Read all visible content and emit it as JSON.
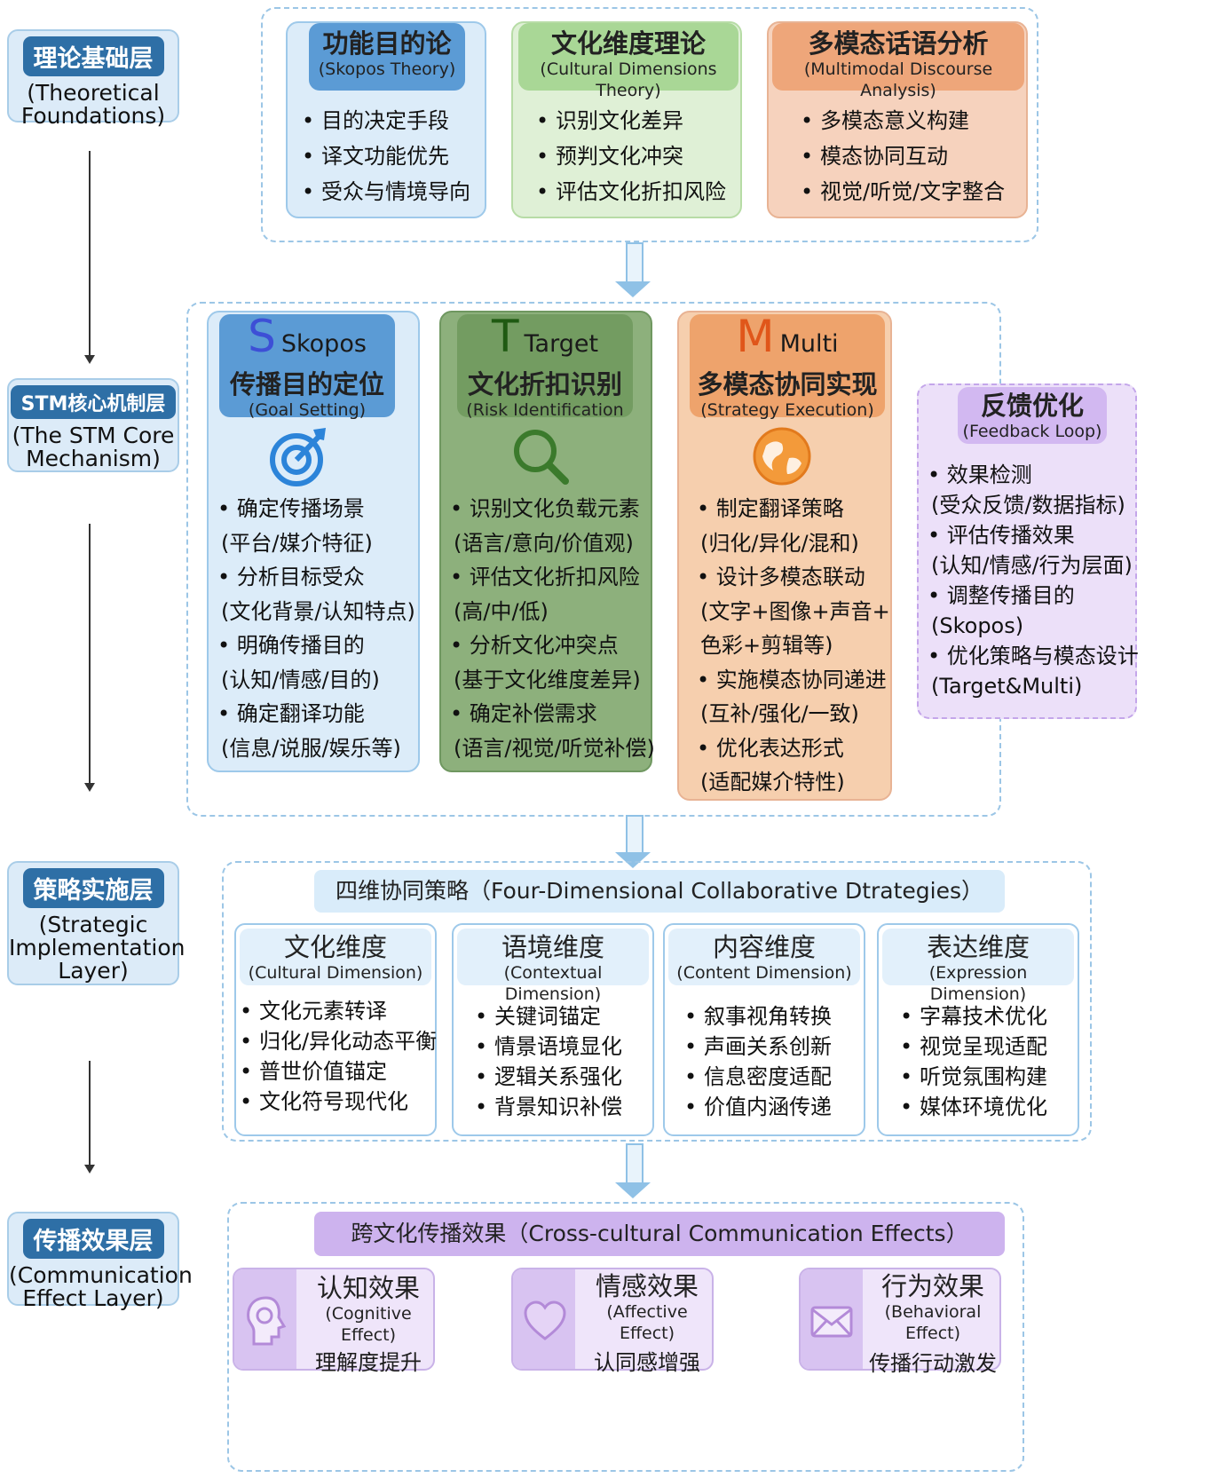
{
  "layers": [
    {
      "zh": "理论基础层",
      "en": [
        "(Theoretical",
        "Foundations)"
      ]
    },
    {
      "zh": "STM核心机制层",
      "en": [
        "(The STM Core",
        "Mechanism)"
      ]
    },
    {
      "zh": "策略实施层",
      "en": [
        "(Strategic",
        "Implementation",
        "Layer)"
      ]
    },
    {
      "zh": "传播效果层",
      "en": [
        "(Communication",
        "Effect Layer)"
      ]
    }
  ],
  "theories": [
    {
      "zh": "功能目的论",
      "en": "(Skopos Theory)",
      "items": [
        "目的决定手段",
        "译文功能优先",
        "受众与情境导向"
      ],
      "color": "#5b9bd5"
    },
    {
      "zh": "文化维度理论",
      "en": "(Cultural Dimensions Theory)",
      "items": [
        "识别文化差异",
        "预判文化冲突",
        "评估文化折扣风险"
      ],
      "color": "#8bc97b"
    },
    {
      "zh": "多模态话语分析",
      "en": "(Multimodal Discourse Analysis)",
      "items": [
        "多模态意义构建",
        "模态协同互动",
        "视觉/听觉/文字整合"
      ],
      "color": "#eda070"
    }
  ],
  "stm": [
    {
      "letter": "S",
      "name": "Skopos",
      "zh": "传播目的定位",
      "en": "(Goal Setting)",
      "icon": "target-icon",
      "letter_color": "#3d4fd6",
      "lines": [
        [
          "b",
          "确定传播场景"
        ],
        [
          "s",
          "(平台/媒介特征)"
        ],
        [
          "b",
          "分析目标受众"
        ],
        [
          "s",
          "(文化背景/认知特点)"
        ],
        [
          "b",
          "明确传播目的"
        ],
        [
          "s",
          "(认知/情感/目的)"
        ],
        [
          "b",
          "确定翻译功能"
        ],
        [
          "s",
          "(信息/说服/娱乐等)"
        ]
      ]
    },
    {
      "letter": "T",
      "name": "Target",
      "zh": "文化折扣识别",
      "en": "(Risk Identification",
      "icon": "magnifier-icon",
      "letter_color": "#2f7a1f",
      "lines": [
        [
          "b",
          "识别文化负载元素"
        ],
        [
          "s",
          "(语言/意向/价值观)"
        ],
        [
          "b",
          "评估文化折扣风险"
        ],
        [
          "s",
          "(高/中/低)"
        ],
        [
          "b",
          "分析文化冲突点"
        ],
        [
          "s",
          "(基于文化维度差异)"
        ],
        [
          "b",
          "确定补偿需求"
        ],
        [
          "s",
          "(语言/视觉/听觉补偿)"
        ]
      ]
    },
    {
      "letter": "M",
      "name": "Multi",
      "zh": "多模态协同实现",
      "en": "(Strategy Execution)",
      "icon": "globe-icon",
      "letter_color": "#e0561a",
      "lines": [
        [
          "b",
          "制定翻译策略"
        ],
        [
          "s",
          "(归化/异化/混和)"
        ],
        [
          "b",
          "设计多模态联动"
        ],
        [
          "s",
          "(文字+图像+声音+"
        ],
        [
          "s",
          "色彩+剪辑等)"
        ],
        [
          "b",
          "实施模态协同递进"
        ],
        [
          "s",
          "(互补/强化/一致)"
        ],
        [
          "b",
          "优化表达形式"
        ],
        [
          "s",
          "(适配媒介特性)"
        ]
      ]
    }
  ],
  "feedback": {
    "zh": "反馈优化",
    "en": "(Feedback Loop)",
    "lines": [
      [
        "b",
        "效果检测"
      ],
      [
        "s",
        "(受众反馈/数据指标)"
      ],
      [
        "b",
        "评估传播效果"
      ],
      [
        "s",
        "(认知/情感/行为层面)"
      ],
      [
        "b",
        "调整传播目的"
      ],
      [
        "s",
        "(Skopos)"
      ],
      [
        "b",
        "优化策略与模态设计"
      ],
      [
        "s",
        "(Target&Multi)"
      ]
    ]
  },
  "strategy": {
    "title": "四维协同策略（Four-Dimensional Collaborative Dtrategies）",
    "dims": [
      {
        "zh": "文化维度",
        "en": "(Cultural Dimension)",
        "items": [
          "文化元素转译",
          "归化/异化动态平衡",
          "普世价值锚定",
          "文化符号现代化"
        ]
      },
      {
        "zh": "语境维度",
        "en": "(Contextual Dimension)",
        "items": [
          "关键词锚定",
          "情景语境显化",
          "逻辑关系强化",
          "背景知识补偿"
        ]
      },
      {
        "zh": "内容维度",
        "en": "(Content Dimension)",
        "items": [
          "叙事视角转换",
          "声画关系创新",
          "信息密度适配",
          "价值内涵传递"
        ]
      },
      {
        "zh": "表达维度",
        "en": "(Expression Dimension)",
        "items": [
          "字幕技术优化",
          "视觉呈现适配",
          "听觉氛围构建",
          "媒体环境优化"
        ]
      }
    ]
  },
  "effects": {
    "title": "跨文化传播效果（Cross-cultural Communication Effects）",
    "items": [
      {
        "zh": "认知效果",
        "en": "(Cognitive Effect)",
        "desc": "理解度提升",
        "icon": "brain-icon"
      },
      {
        "zh": "情感效果",
        "en": "(Affective Effect)",
        "desc": "认同感增强",
        "icon": "heart-icon"
      },
      {
        "zh": "行为效果",
        "en": "(Behavioral Effect)",
        "desc": "传播行动激发",
        "icon": "envelope-icon"
      }
    ]
  },
  "colors": {
    "blue": "#5b9bd5",
    "green": "#8bc97b",
    "orange": "#eda070",
    "purple": "#c9aee8"
  }
}
